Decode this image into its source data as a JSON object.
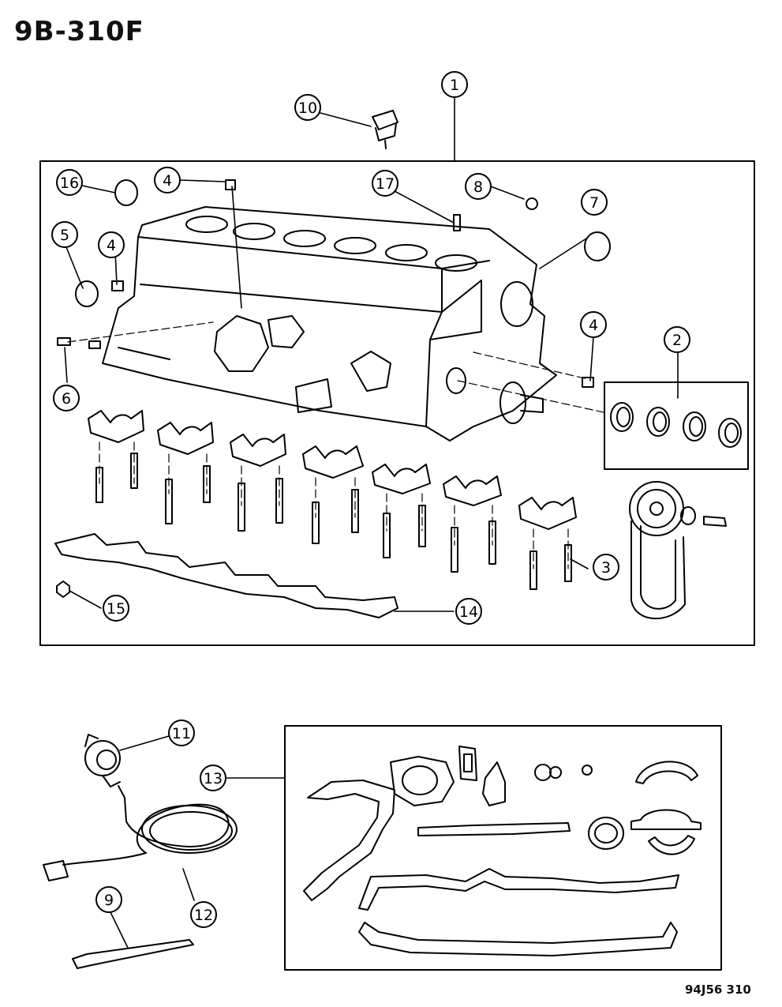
{
  "header": {
    "page_code": "9B-310F"
  },
  "footer": {
    "diagram_id": "94J56 310"
  },
  "callouts": [
    "1",
    "2",
    "3",
    "4",
    "4",
    "4",
    "5",
    "6",
    "7",
    "8",
    "9",
    "10",
    "11",
    "12",
    "13",
    "14",
    "15",
    "16",
    "17"
  ]
}
